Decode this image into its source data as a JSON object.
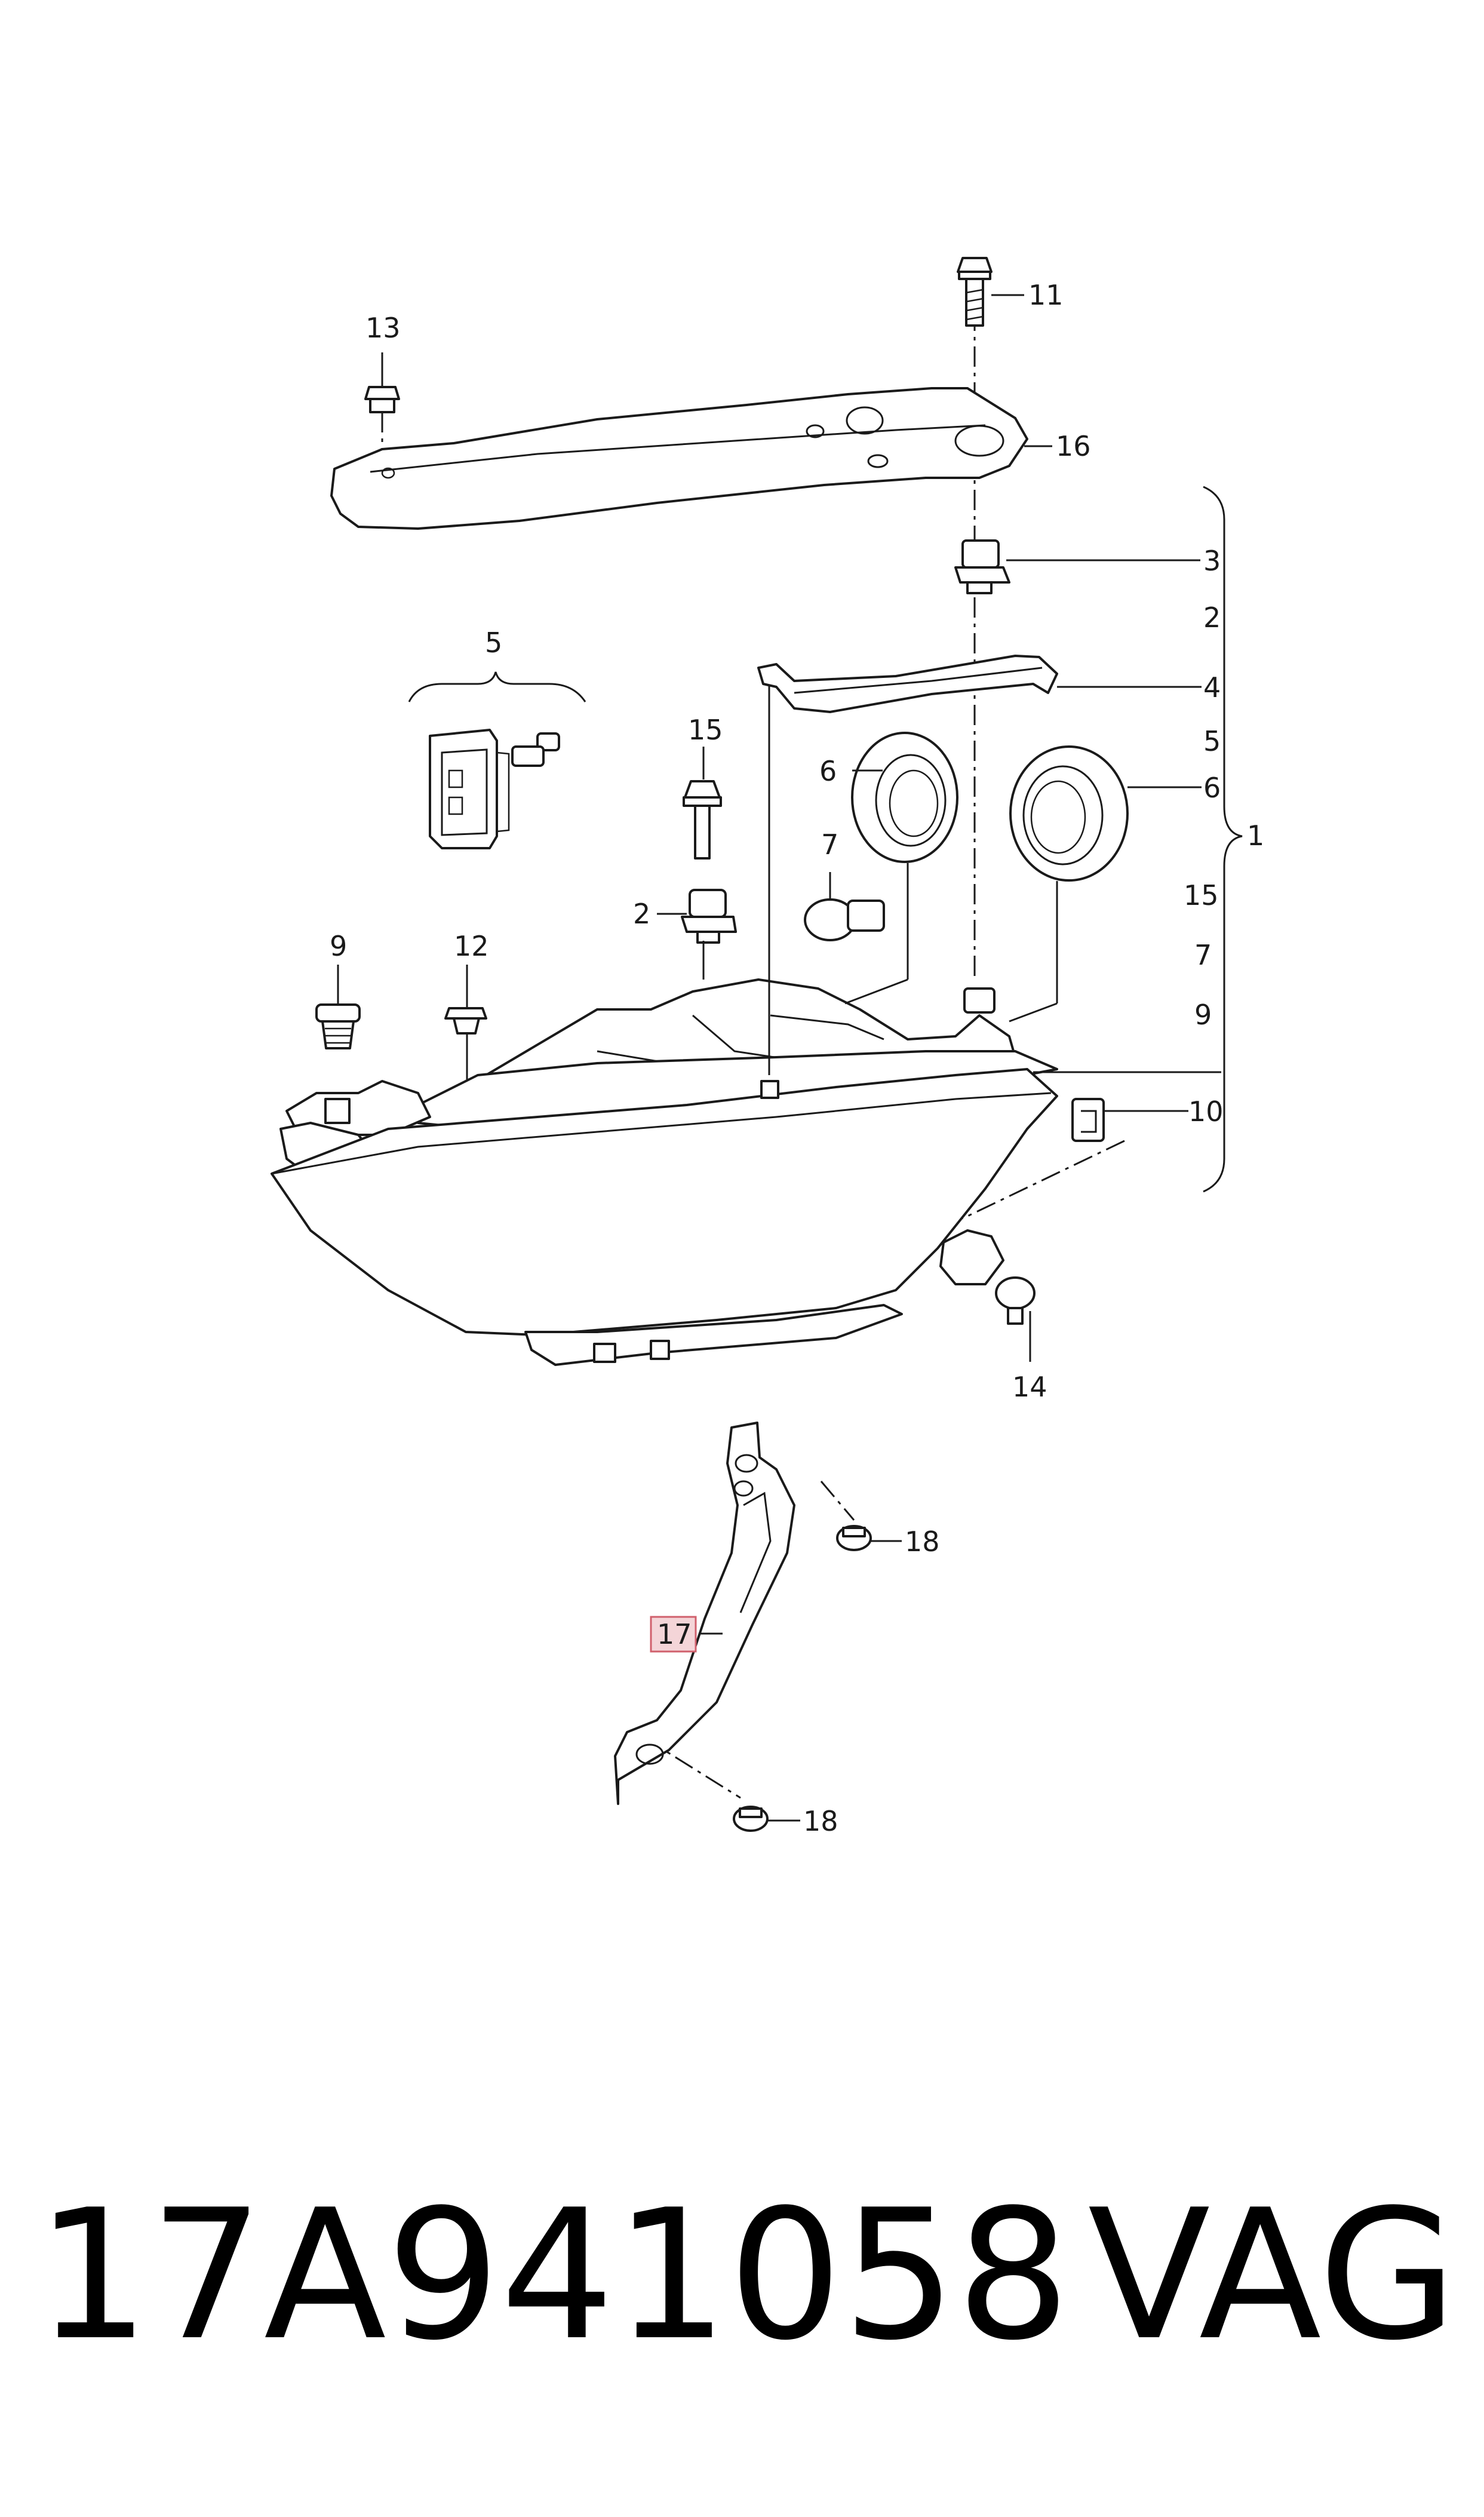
{
  "callouts": {
    "c1": "1",
    "c2a": "2",
    "c2b": "2",
    "c3": "3",
    "c4": "4",
    "c5a": "5",
    "c5b": "5",
    "c6a": "6",
    "c6b": "6",
    "c7a": "7",
    "c7b": "7",
    "c9a": "9",
    "c9b": "9",
    "c10": "10",
    "c11": "11",
    "c12": "12",
    "c13": "13",
    "c14": "14",
    "c15a": "15",
    "c15b": "15",
    "c16": "16",
    "c17": "17",
    "c18a": "18",
    "c18b": "18"
  },
  "highlighted_callout": "17",
  "highlight_color": "#f4d5d8",
  "footer": {
    "part_number": "17A941058",
    "brand": "VAG"
  }
}
